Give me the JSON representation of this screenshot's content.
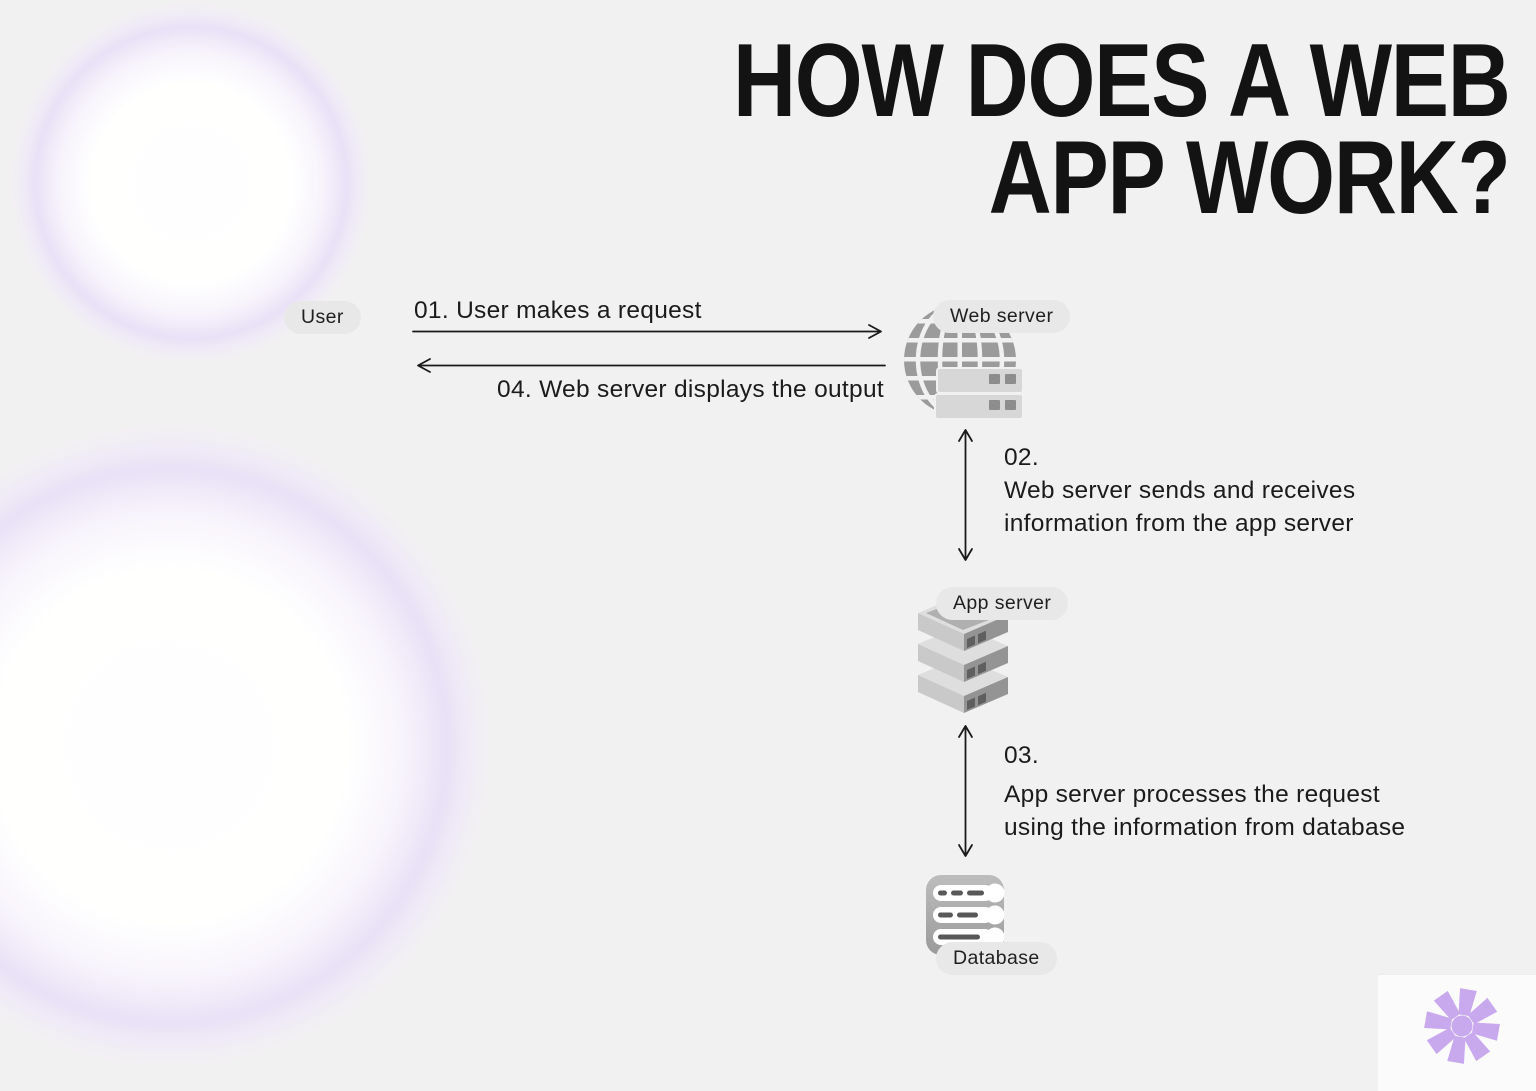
{
  "title": {
    "line1": "HOW DOES A WEB",
    "line2": "APP WORK?"
  },
  "nodes": {
    "user": {
      "label": "User"
    },
    "web_server": {
      "label": "Web server"
    },
    "app_server": {
      "label": "App server"
    },
    "database": {
      "label": "Database"
    }
  },
  "steps": {
    "step1": {
      "label": "01. User makes a request",
      "arrow": "user-to-web-server"
    },
    "step2": {
      "number": "02.",
      "lines": [
        "Web server sends and receives",
        "information from the app server"
      ],
      "arrow": "web-server-and-app-server-bidirectional"
    },
    "step3": {
      "number": "03.",
      "lines": [
        "App server processes the request",
        "using the information from database"
      ],
      "arrow": "app-server-and-database-bidirectional"
    },
    "step4": {
      "label": "04. Web server displays the output",
      "arrow": "web-server-to-user"
    }
  },
  "icons": {
    "web_server": "globe-with-server-racks-icon",
    "app_server": "stacked-servers-icon",
    "database": "database-server-icon",
    "decoration": "asterisk-icon"
  },
  "colors": {
    "background": "#f2f1f1",
    "ink": "#1a1a1a",
    "pill_background": "#e9e8e8",
    "icon_gray": "#9b9b9b",
    "accent_purple": "#c9a9ee",
    "circle_halo": "#e9e1f6"
  }
}
